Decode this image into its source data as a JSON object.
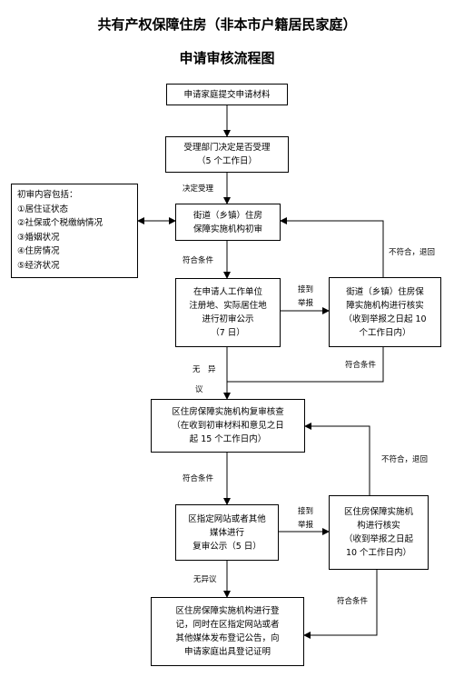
{
  "title": {
    "line1": "共有产权保障住房（非本市户籍居民家庭）",
    "line2": "申请审核流程图"
  },
  "boxes": {
    "submit": [
      "申请家庭提交申请材料"
    ],
    "accept": [
      "受理部门决定是否受理",
      "（5 个工作日）"
    ],
    "scope": [
      "初审内容包括：",
      "①居住证状态",
      "②社保或个税缴纳情况",
      "③婚姻状况",
      "④住房情况",
      "⑤经济状况"
    ],
    "street_review": [
      "街道（乡镇）住房",
      "保障实施机构初审"
    ],
    "publicity1": [
      "在申请人工作单位",
      "注册地、实际居住地",
      "进行初审公示",
      "（7 日）"
    ],
    "verify1": [
      "街道（乡镇）住房保",
      "障实施机构进行核实",
      "（收到举报之日起 10",
      "个工作日内）"
    ],
    "district_review": [
      "区住房保障实施机构复审核查",
      "（在收到初审材料和意见之日",
      "起 15 个工作日内）"
    ],
    "publicity2": [
      "区指定网站或者其他",
      "媒体进行",
      "复审公示（5 日）"
    ],
    "verify2": [
      "区住房保障实施机",
      "构进行核实",
      "（收到举报之日起",
      "10 个工作日内）"
    ],
    "register": [
      "区住房保障实施机构进行登",
      "记，同时在区指定网站或者",
      "其他媒体发布登记公告，向",
      "申请家庭出具登记证明"
    ]
  },
  "labels": {
    "decide_accept": "决定受理",
    "meet1": "符合条件",
    "report1_a": "接到",
    "report1_b": "举报",
    "fail1": "不符合，退回",
    "no_obj1_a": "无　异",
    "no_obj1_b": "议",
    "meet2": "符合条件",
    "meet3": "符合条件",
    "fail2": "不符合，退回",
    "report2_a": "接到",
    "report2_b": "举报",
    "no_obj2": "无异议",
    "meet4": "符合条件"
  }
}
